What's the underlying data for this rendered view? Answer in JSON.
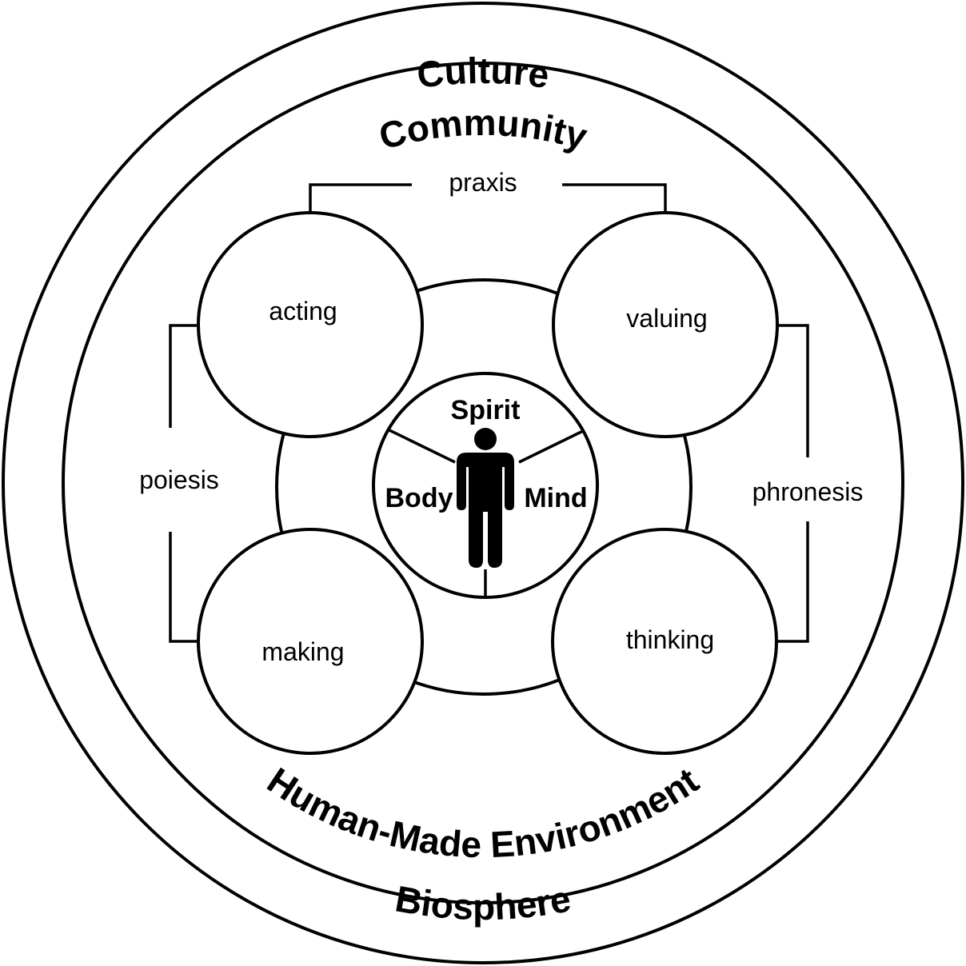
{
  "layers": {
    "culture": "Culture",
    "community": "Community",
    "human_made_environment": "Human-Made Environment",
    "biosphere": "Biosphere"
  },
  "activities": {
    "acting": "acting",
    "valuing": "valuing",
    "making": "making",
    "thinking": "thinking"
  },
  "brackets": {
    "praxis": "praxis",
    "poiesis": "poiesis",
    "phronesis": "phronesis"
  },
  "self": {
    "spirit": "Spirit",
    "body": "Body",
    "mind": "Mind"
  },
  "icons": {
    "person": "person-icon"
  }
}
